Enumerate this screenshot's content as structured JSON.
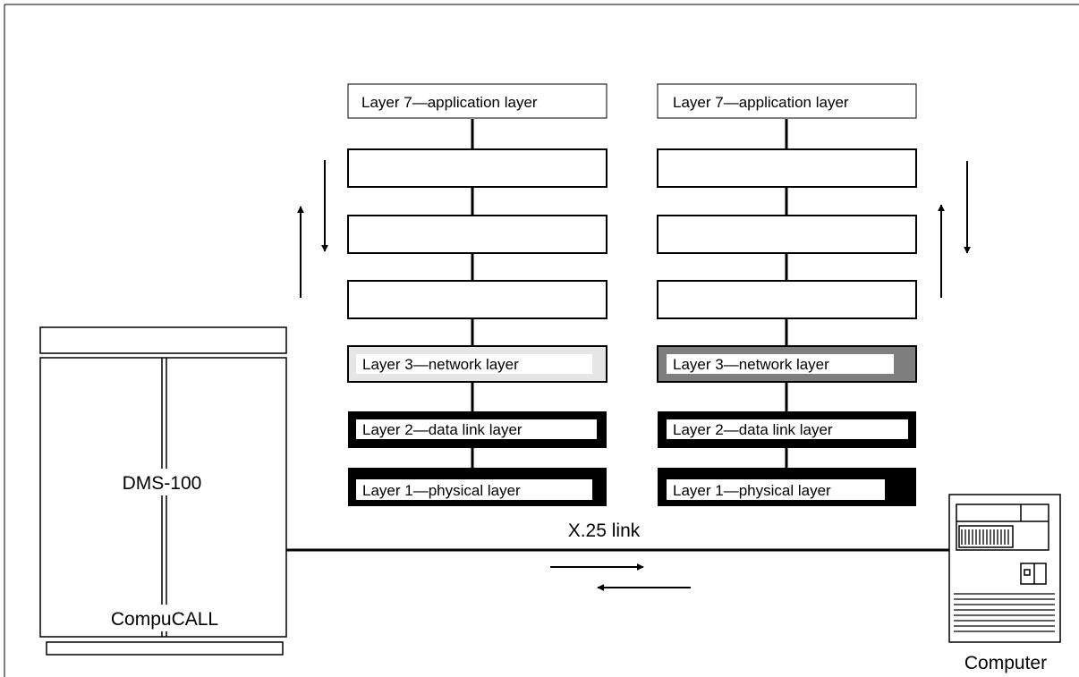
{
  "left_stack": {
    "layer7": "Layer 7—application layer",
    "layer3": "Layer 3—network layer",
    "layer2": "Layer 2—data link layer",
    "layer1": "Layer 1—physical layer"
  },
  "right_stack": {
    "layer7": "Layer 7—application layer",
    "layer3": "Layer 3—network layer",
    "layer2": "Layer 2—data link layer",
    "layer1": "Layer 1—physical layer"
  },
  "switch": {
    "name": "DMS-100",
    "application": "CompuCALL"
  },
  "link": {
    "label": "X.25 link"
  },
  "host": {
    "label": "Computer"
  },
  "colors": {
    "stroke": "#000000",
    "background": "#ffffff",
    "left_layer3_fill": "#e6e6e6",
    "right_layer3_fill": "#7f7f7f",
    "layer2_fill": "#000000",
    "layer1_fill": "#000000"
  }
}
